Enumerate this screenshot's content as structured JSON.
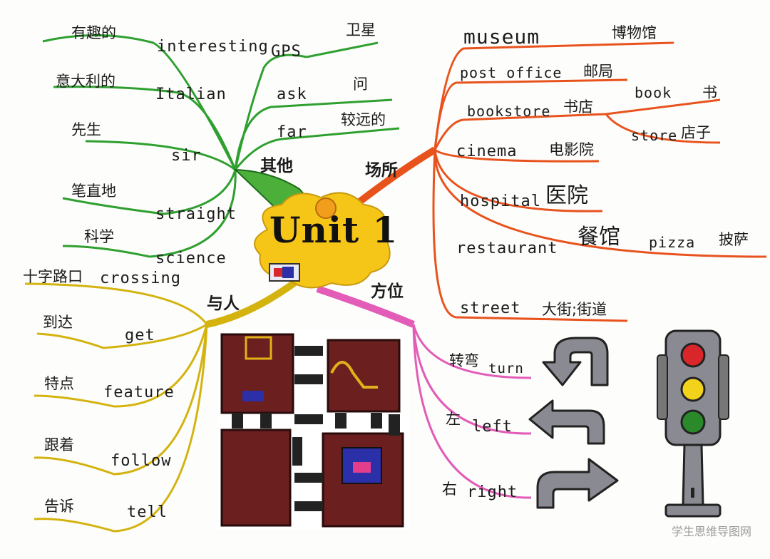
{
  "center": {
    "title": "Unit 1"
  },
  "categories": {
    "other": "其他",
    "places": "场所",
    "people": "与人",
    "directions": "方位"
  },
  "other_words": [
    {
      "en": "interesting",
      "zh": "有趣的"
    },
    {
      "en": "GPS",
      "zh": "卫星"
    },
    {
      "en": "Italian",
      "zh": "意大利的"
    },
    {
      "en": "ask",
      "zh": "问"
    },
    {
      "en": "far",
      "zh": "较远的"
    },
    {
      "en": "sir",
      "zh": "先生"
    },
    {
      "en": "straight",
      "zh": "笔直地"
    },
    {
      "en": "science",
      "zh": "科学"
    }
  ],
  "place_words": [
    {
      "en": "museum",
      "zh": "博物馆"
    },
    {
      "en": "post office",
      "zh": "邮局"
    },
    {
      "en": "bookstore",
      "zh": "书店"
    },
    {
      "en": "book",
      "zh": "书"
    },
    {
      "en": "store",
      "zh": "店子"
    },
    {
      "en": "cinema",
      "zh": "电影院"
    },
    {
      "en": "hospital",
      "zh": "医院"
    },
    {
      "en": "restaurant",
      "zh": "餐馆"
    },
    {
      "en": "pizza",
      "zh": "披萨"
    },
    {
      "en": "street",
      "zh": "大街;街道"
    }
  ],
  "people_words": [
    {
      "en": "crossing",
      "zh": "十字路口"
    },
    {
      "en": "get",
      "zh": "到达"
    },
    {
      "en": "feature",
      "zh": "特点"
    },
    {
      "en": "follow",
      "zh": "跟着"
    },
    {
      "en": "tell",
      "zh": "告诉"
    }
  ],
  "direction_words": [
    {
      "en": "turn",
      "zh": "转弯"
    },
    {
      "en": "left",
      "zh": "左"
    },
    {
      "en": "right",
      "zh": "右"
    }
  ],
  "watermark": "学生思维导图网",
  "colors": {
    "other_branch": "#2fa02f",
    "places_branch": "#e8531d",
    "people_branch": "#d4b30e",
    "directions_branch": "#e25cb8",
    "center_fill": "#f5c518",
    "building": "#6b1f1f",
    "sign": "#8a8a92",
    "light_red": "#d8262a",
    "light_yellow": "#f2d21b",
    "light_green": "#2a8a2a"
  },
  "icons": [
    "map-icon",
    "turn-arrow-icon",
    "left-arrow-icon",
    "right-arrow-icon",
    "traffic-light-icon"
  ]
}
